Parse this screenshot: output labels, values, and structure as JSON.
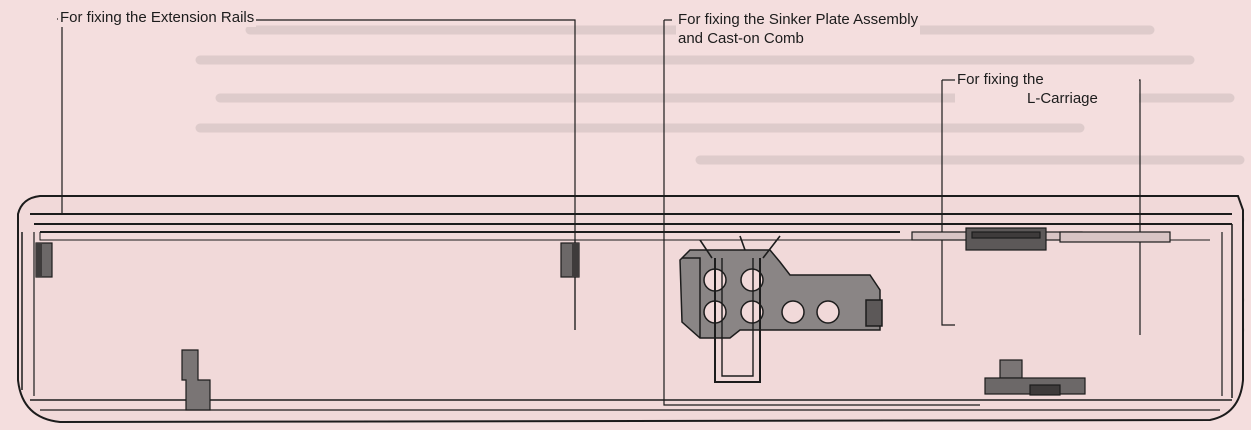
{
  "figure": {
    "callouts": {
      "extension_rails": "For fixing the Extension Rails",
      "sinker_plate": {
        "line1": "For fixing the Sinker Plate Assembly",
        "line2": "and Cast-on Comb"
      },
      "l_carriage": {
        "line1": "For fixing the",
        "line2": "L-Carriage"
      }
    },
    "colors": {
      "paper": "#f4dede",
      "bleed_text": "#c9b7b7",
      "line": "#1c1c1c",
      "metal": "#6c6868",
      "metal_dark": "#3e3b3b",
      "metal_light": "#9a9595"
    }
  }
}
